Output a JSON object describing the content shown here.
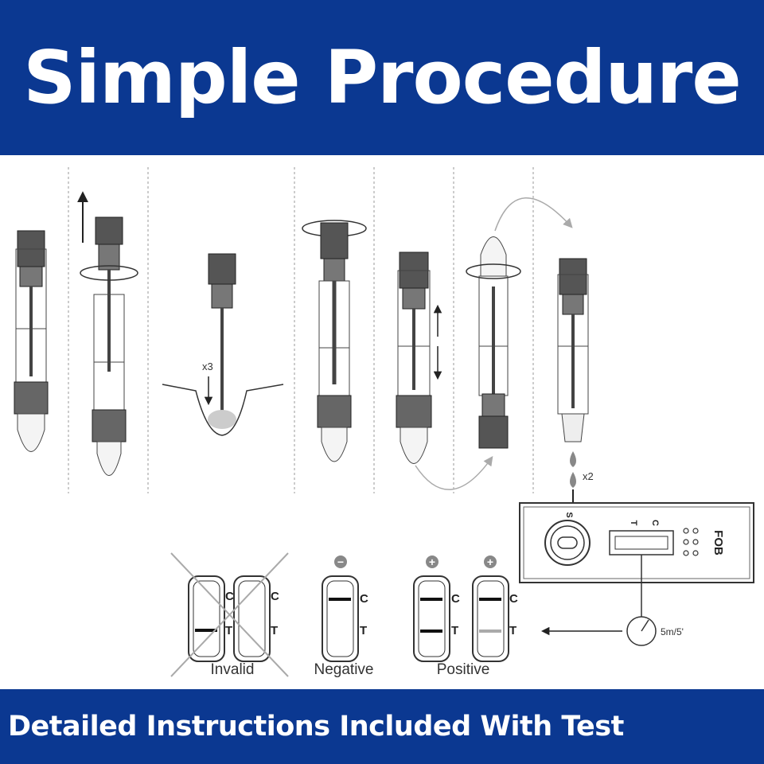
{
  "header": {
    "title": "Simple Procedure"
  },
  "footer": {
    "text": "Detailed Instructions Included With Test"
  },
  "diagram": {
    "stir_count": "x3",
    "drop_count": "x2",
    "cassette_label": "FOB",
    "sample_label": "S",
    "window_t": "T",
    "window_c": "C",
    "timer": "5m/5'",
    "results": {
      "invalid": "Invalid",
      "negative": "Negative",
      "positive": "Positive",
      "c": "C",
      "t": "T",
      "minus": "−",
      "plus": "+"
    }
  },
  "colors": {
    "banner": "#0b3891",
    "banner_text": "#ffffff",
    "line": "#333333",
    "accent_gray": "#aaaaaa"
  }
}
